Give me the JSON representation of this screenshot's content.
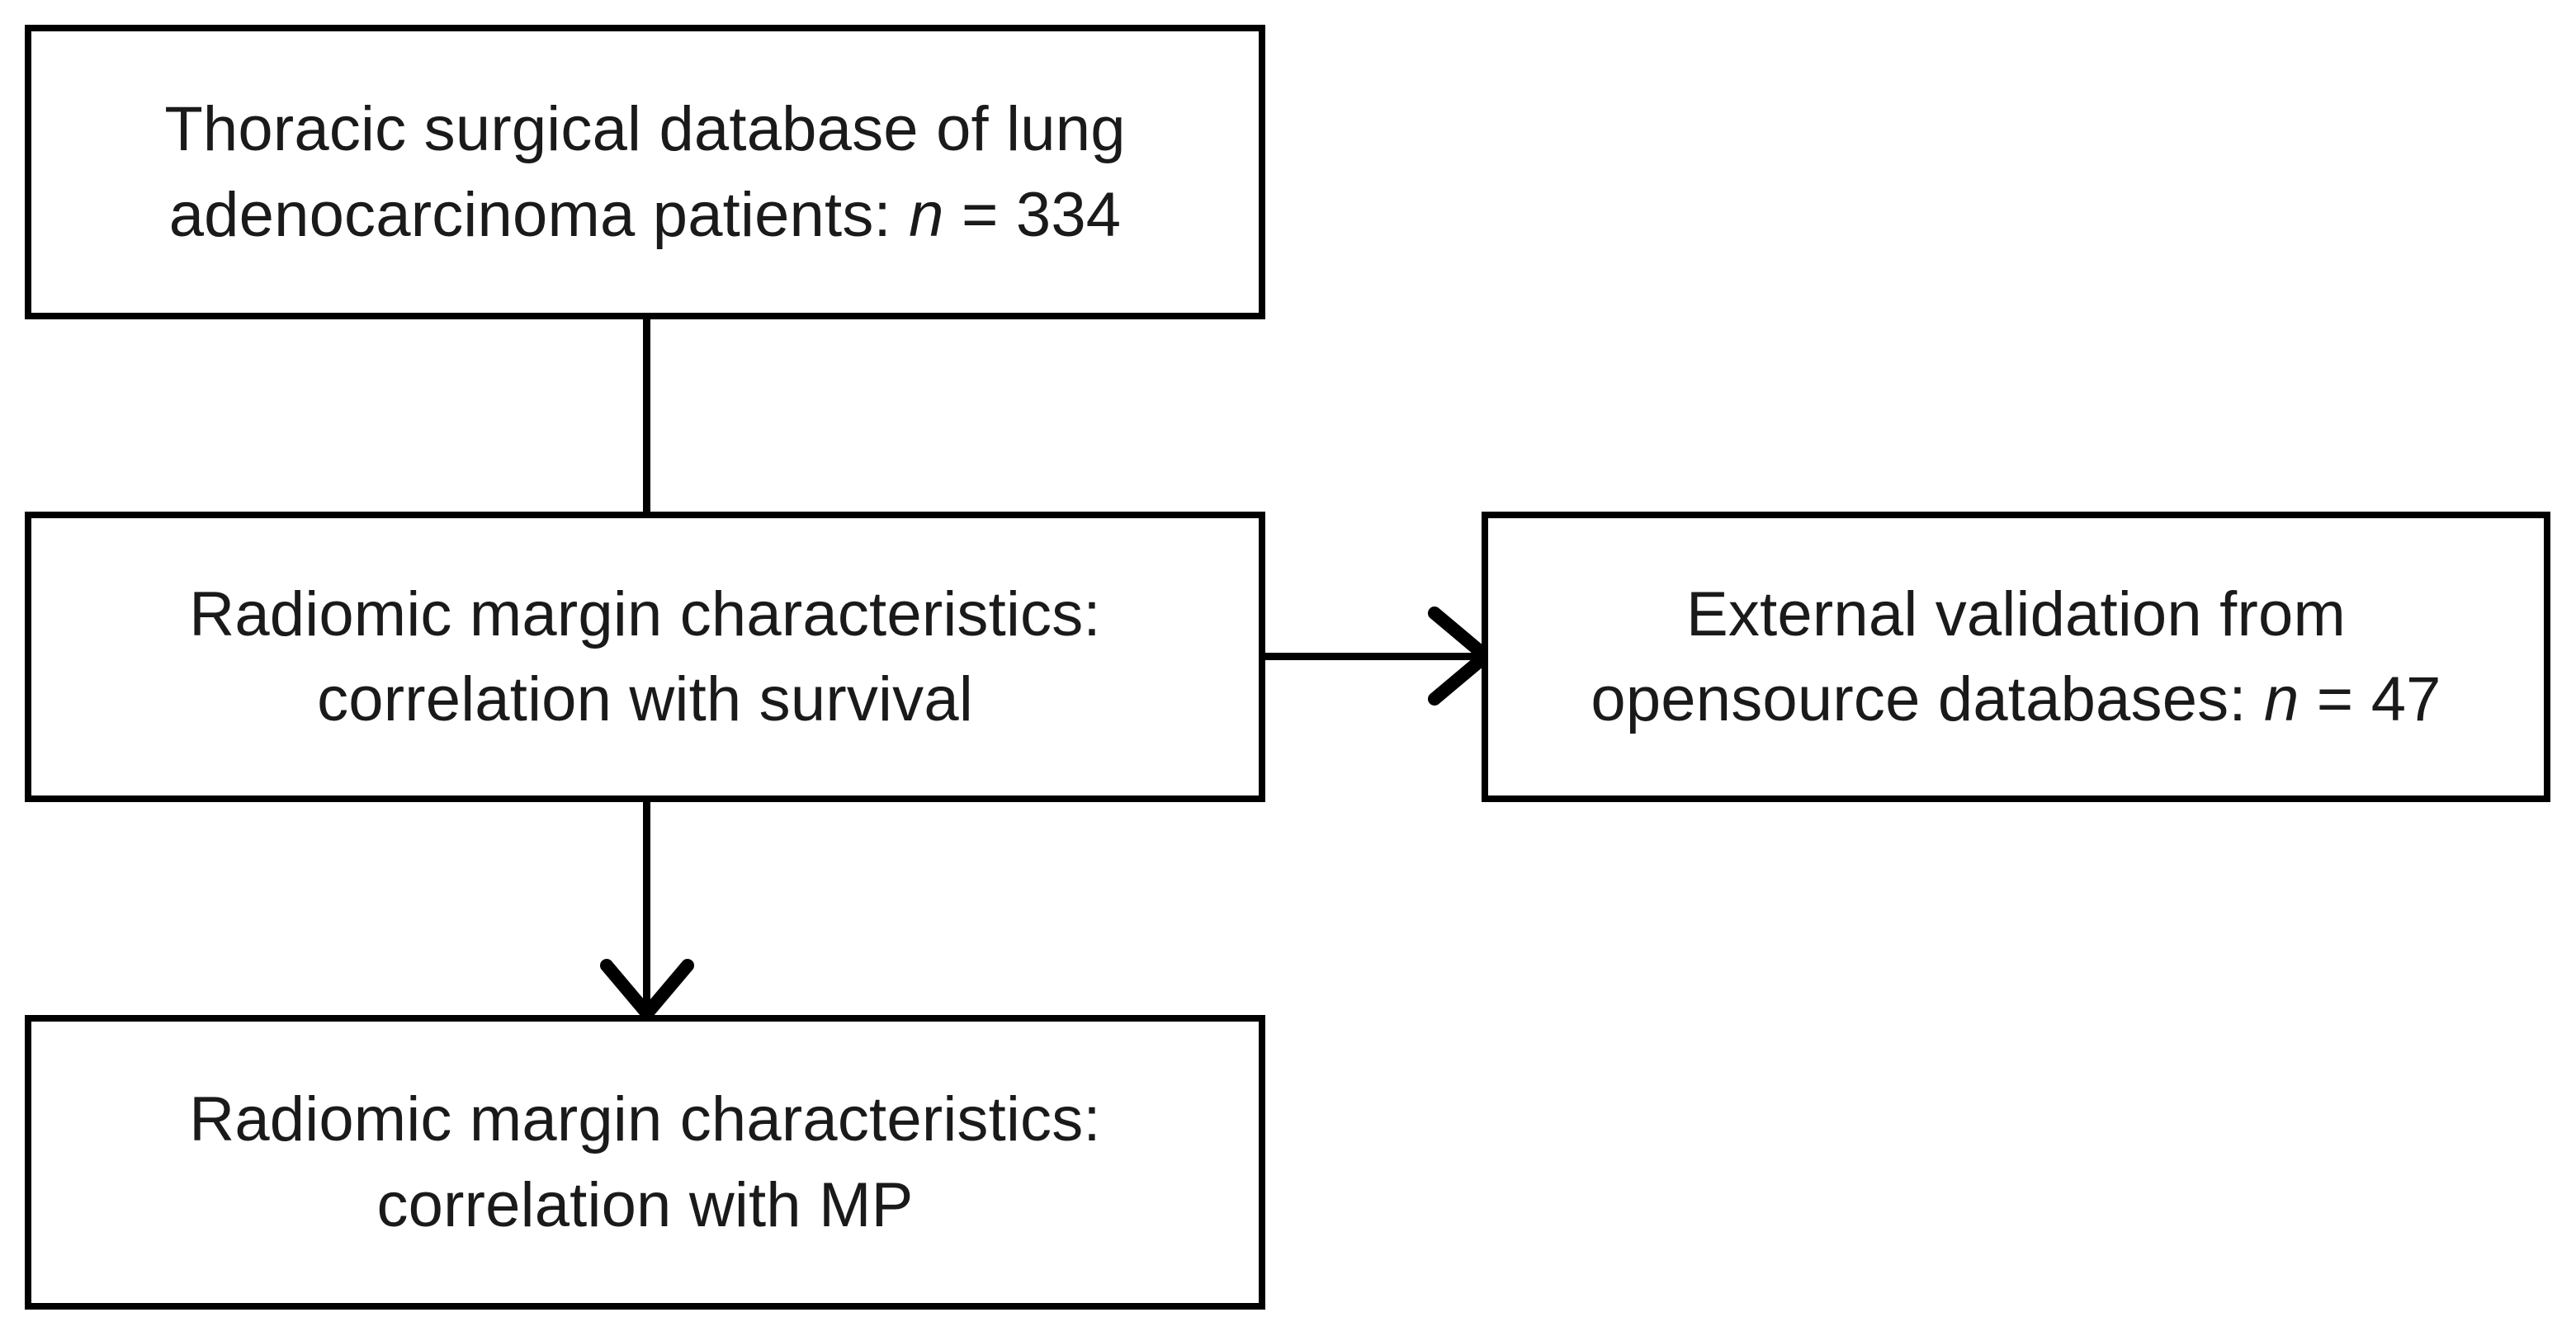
{
  "figure": {
    "type": "flowchart",
    "orientation": "top-to-bottom with one lateral branch",
    "background_color": "#ffffff",
    "border_color": "#000000",
    "text_color": "#1a1a1a"
  },
  "nodes": [
    {
      "id": "cohort",
      "name": "thoracic-surgical-database-node",
      "line1": "Thoracic surgical database of lung",
      "line2_prefix": "adenocarcinoma patients: ",
      "line2_variable": "n",
      "line2_suffix": "  = 334",
      "full_text": "Thoracic surgical database of lung adenocarcinoma patients: n  = 334",
      "sample_size": 334
    },
    {
      "id": "survival",
      "name": "radiomic-margin-survival-node",
      "line1": "Radiomic margin characteristics:",
      "line2": "correlation with survival",
      "full_text": "Radiomic margin characteristics: correlation with survival"
    },
    {
      "id": "external",
      "name": "external-validation-node",
      "line1": "External validation from",
      "line2_prefix": "opensource databases: ",
      "line2_variable": "n",
      "line2_suffix": " = 47",
      "full_text": "External validation from opensource databases: n = 47",
      "sample_size": 47
    },
    {
      "id": "mp",
      "name": "radiomic-margin-mp-node",
      "line1": "Radiomic margin characteristics:",
      "line2": "correlation with MP",
      "full_text": "Radiomic margin characteristics: correlation with MP"
    }
  ],
  "connectors": [
    {
      "id": "cohort-to-survival",
      "from": "cohort",
      "to": "survival",
      "direction": "down",
      "arrowhead": false
    },
    {
      "id": "survival-to-external",
      "from": "survival",
      "to": "external",
      "direction": "right",
      "arrowhead": true
    },
    {
      "id": "survival-to-mp",
      "from": "survival",
      "to": "mp",
      "direction": "down",
      "arrowhead": true
    }
  ]
}
